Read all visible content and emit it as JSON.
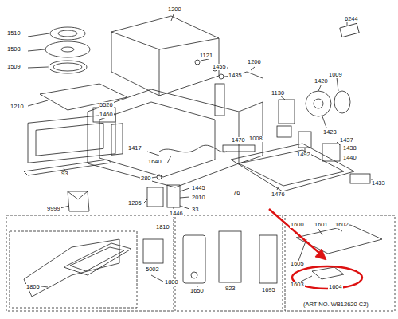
{
  "diagram": {
    "labels": [
      "1510",
      "1508",
      "1509",
      "1200",
      "1121",
      "1455",
      "1435",
      "1206",
      "6244",
      "1420",
      "1009",
      "1210",
      "5526",
      "1460",
      "1130",
      "1423",
      "1492",
      "1417",
      "1470",
      "1008",
      "1437",
      "1438",
      "1440",
      "1433",
      "93",
      "1640",
      "280",
      "1205",
      "1445",
      "2010",
      "33",
      "1446",
      "76",
      "1476",
      "9999",
      "1810",
      "1805",
      "1800",
      "5002",
      "1650",
      "923",
      "1695",
      "1600",
      "1601",
      "1602",
      "1605",
      "1603",
      "1604",
      "(ART NO. WB12620 C2)"
    ]
  }
}
